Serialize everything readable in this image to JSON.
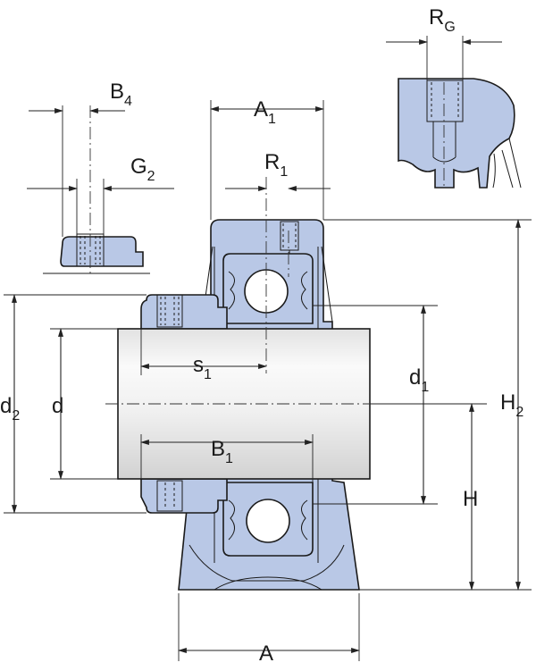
{
  "colors": {
    "housing": "#b9c8e6",
    "shaft_light": "#f4f4f4",
    "shaft_mid": "#d9d9d9",
    "outline": "#1a1a1a",
    "ball": "#ffffff"
  },
  "labels": {
    "RG": {
      "main": "R",
      "sub": "G"
    },
    "B4": {
      "main": "B",
      "sub": "4"
    },
    "A1": {
      "main": "A",
      "sub": "1"
    },
    "R1": {
      "main": "R",
      "sub": "1"
    },
    "G2": {
      "main": "G",
      "sub": "2"
    },
    "s1": {
      "main": "s",
      "sub": "1"
    },
    "d1": {
      "main": "d",
      "sub": "1"
    },
    "d2": {
      "main": "d",
      "sub": "2"
    },
    "d": {
      "main": "d"
    },
    "H2": {
      "main": "H",
      "sub": "2"
    },
    "B1": {
      "main": "B",
      "sub": "1"
    },
    "H": {
      "main": "H"
    },
    "A": {
      "main": "A"
    }
  }
}
